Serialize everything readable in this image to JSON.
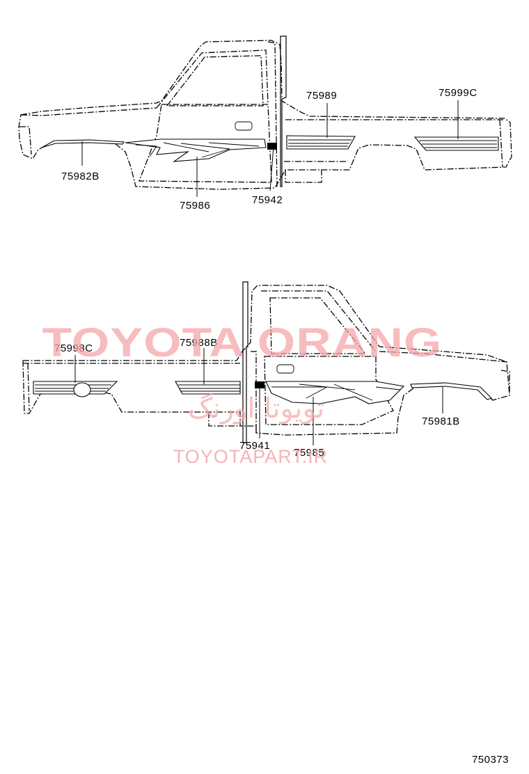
{
  "diagram": {
    "upper_view": {
      "labels": {
        "front_fender_stripe": "75982B",
        "door_stripe": "75986",
        "cab_rear_stripe": "75942",
        "bed_front_stripe": "75989",
        "bed_rear_stripe": "75999C"
      }
    },
    "lower_view": {
      "labels": {
        "bed_rear_stripe": "75998C",
        "bed_front_stripe": "75988B",
        "cab_rear_stripe": "75941",
        "door_stripe": "75985",
        "front_fender_stripe": "75981B"
      }
    },
    "watermark": {
      "brand": "TOYOTA ORANG",
      "persian": "تویوتا اورنگ",
      "url": "TOYOTAPART.IR"
    },
    "figure_number": "750373"
  }
}
